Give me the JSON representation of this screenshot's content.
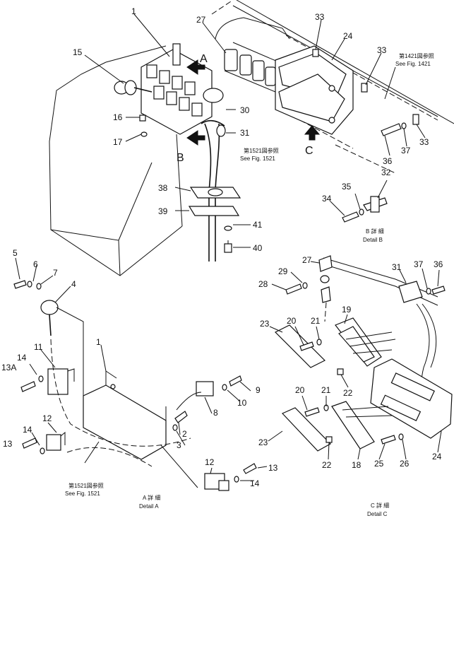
{
  "callouts": {
    "main": [
      "1",
      "15",
      "16",
      "17",
      "27",
      "33",
      "24",
      "33",
      "30",
      "31",
      "38",
      "39",
      "41",
      "40",
      "36",
      "37",
      "33"
    ],
    "c1": "1",
    "c15": "15",
    "c16": "16",
    "c17": "17",
    "c27": "27",
    "c33a": "33",
    "c24": "24",
    "c33b": "33",
    "c30": "30",
    "c31": "31",
    "c38": "38",
    "c39": "39",
    "c41": "41",
    "c40": "40",
    "c36": "36",
    "c37": "37",
    "c33c": "33",
    "c32": "32",
    "c34": "34",
    "c35": "35",
    "c5": "5",
    "c6": "6",
    "c7": "7",
    "c4": "4",
    "c11": "11",
    "c14a": "14",
    "c13a": "13A",
    "c1b": "1",
    "c12": "12",
    "c14b": "14",
    "c13": "13",
    "c8": "8",
    "c9": "9",
    "c10": "10",
    "c2": "2",
    "c3": "3",
    "c12b": "12",
    "c13b": "13",
    "c14c": "14",
    "c27b": "27",
    "c29": "29",
    "c28": "28",
    "c31b": "31",
    "c37b": "37",
    "c36b": "36",
    "c23": "23",
    "c20": "20",
    "c21": "21",
    "c19": "19",
    "c22": "22",
    "c20b": "20",
    "c21b": "21",
    "c23b": "23",
    "c22b": "22",
    "c18": "18",
    "c25": "25",
    "c26": "26",
    "c24b": "24"
  },
  "views": {
    "A": "A",
    "B": "B",
    "C": "C"
  },
  "references": {
    "fig1421_jp": "第1421図参照",
    "fig1421_en": "See Fig. 1421",
    "fig1521_jp": "第1521図参照",
    "fig1521_en": "See Fig. 1521",
    "fig1521b_jp": "第1521図参照",
    "fig1521b_en": "See Fig. 1521"
  },
  "details": {
    "b_jp": "B 詳 細",
    "b_en": "Detail B",
    "a_jp": "A 詳 細",
    "a_en": "Detail A",
    "c_jp": "C 詳 細",
    "c_en": "Detail C"
  }
}
